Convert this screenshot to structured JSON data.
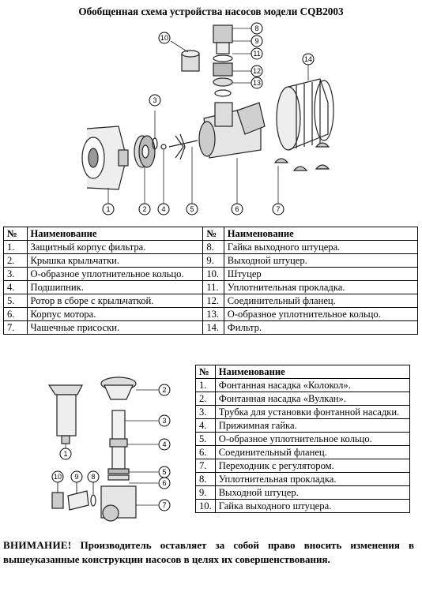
{
  "title": "Обобщенная схема устройства насосов модели CQB2003",
  "callouts_top": [
    "1",
    "2",
    "3",
    "4",
    "5",
    "6",
    "7",
    "8",
    "9",
    "10",
    "11",
    "12",
    "13",
    "14"
  ],
  "callouts_bottom": [
    "1",
    "2",
    "3",
    "4",
    "5",
    "6",
    "7",
    "8",
    "9",
    "10"
  ],
  "table1": {
    "headers": [
      "№",
      "Наименование",
      "№",
      "Наименование"
    ],
    "rows": [
      [
        "1.",
        "Защитный корпус фильтра.",
        "8.",
        "Гайка выходного штуцера."
      ],
      [
        "2.",
        "Крышка крыльчатки.",
        "9.",
        "Выходной штуцер."
      ],
      [
        "3.",
        "О-образное уплотнительное кольцо.",
        "10.",
        "Штуцер"
      ],
      [
        "4.",
        "Подшипник.",
        "11.",
        "Уплотнительная прокладка."
      ],
      [
        "5.",
        "Ротор в сборе с крыльчаткой.",
        "12.",
        "Соединительный фланец."
      ],
      [
        "6.",
        "Корпус мотора.",
        "13.",
        "О-образное уплотнительное кольцо."
      ],
      [
        "7.",
        "Чашечные присоски.",
        "14.",
        "Фильтр."
      ]
    ]
  },
  "table2": {
    "headers": [
      "№",
      "Наименование"
    ],
    "rows": [
      [
        "1.",
        "Фонтанная насадка «Колокол»."
      ],
      [
        "2.",
        "Фонтанная насадка «Вулкан»."
      ],
      [
        "3.",
        "Трубка для установки фонтанной насадки."
      ],
      [
        "4.",
        "Прижимная гайка."
      ],
      [
        "5.",
        "О-образное уплотнительное кольцо."
      ],
      [
        "6.",
        "Соединительный фланец."
      ],
      [
        "7.",
        "Переходник с регулятором."
      ],
      [
        "8.",
        "Уплотнительная прокладка."
      ],
      [
        "9.",
        "Выходной штуцер."
      ],
      [
        "10.",
        "Гайка выходного штуцера."
      ]
    ]
  },
  "warning": {
    "lead": "ВНИМАНИЕ!",
    "text": "Производитель оставляет за собой право вносить изменения в вышеуказанные конструкции насосов в целях их совершенствования."
  }
}
